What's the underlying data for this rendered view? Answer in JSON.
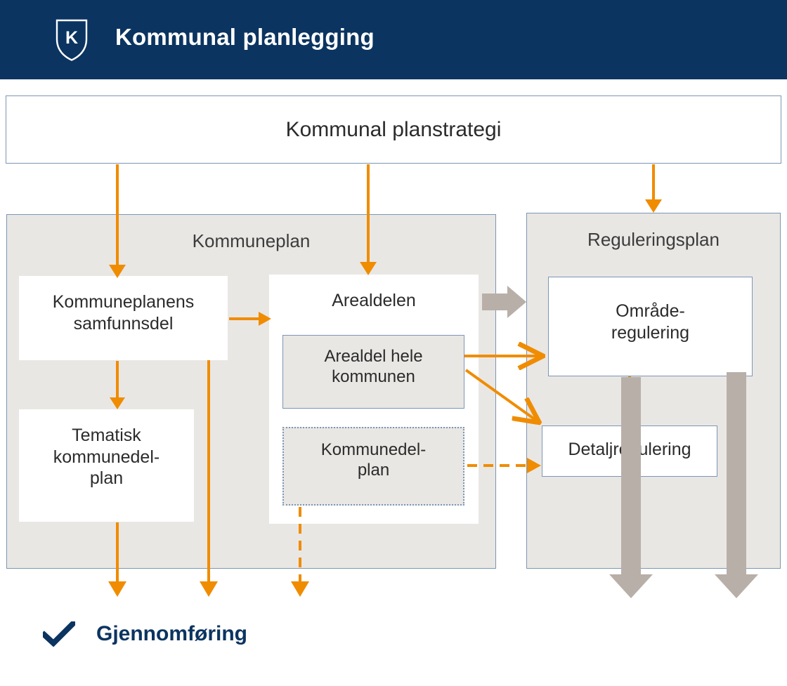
{
  "header": {
    "title": "Kommunal planlegging",
    "logo_icon": "shield-k-icon",
    "logo_letter": "K",
    "background_color": "#0B3460"
  },
  "diagram": {
    "type": "flow-diagram",
    "strategy": {
      "label": "Kommunal planstrategi"
    },
    "containers": [
      {
        "key": "kommuneplan",
        "title": "Kommuneplan"
      },
      {
        "key": "reguleringsplan",
        "title": "Reguleringsplan"
      }
    ],
    "boxes": {
      "samfunnsdel": {
        "label": "Kommuneplanens samfunnsdel",
        "style": "white-solid"
      },
      "tematisk": {
        "label": "Tematisk kommunedel- plan",
        "style": "white-solid"
      },
      "arealdelen": {
        "label": "Arealdelen",
        "style": "white-solid"
      },
      "arealdel_hele": {
        "label": "Arealdel hele kommunen",
        "style": "grey-solid"
      },
      "kommunedel": {
        "label": "Kommunedel- plan",
        "style": "grey-dotted"
      },
      "omraaderegulering": {
        "label": "Område- regulering",
        "style": "white-solid"
      },
      "detaljregulering": {
        "label": "Detaljregulering",
        "style": "white-solid"
      }
    },
    "footer": {
      "label": "Gjennomføring",
      "icon": "checkmark-icon"
    },
    "colors": {
      "header_navy": "#0B3460",
      "arrow_orange": "#F08C00",
      "arrow_grey": "#B8AFA8",
      "box_border_blue": "#7C96B4",
      "container_grey": "#E9E7E4",
      "text_dark": "#2B2B2B"
    },
    "connections": [
      {
        "from": "strategy",
        "to": "samfunnsdel",
        "style": "solid",
        "color": "orange"
      },
      {
        "from": "strategy",
        "to": "arealdelen",
        "style": "solid",
        "color": "orange"
      },
      {
        "from": "strategy",
        "to": "reguleringsplan",
        "style": "solid",
        "color": "orange"
      },
      {
        "from": "samfunnsdel",
        "to": "arealdelen",
        "style": "solid",
        "color": "orange"
      },
      {
        "from": "samfunnsdel",
        "to": "tematisk",
        "style": "solid",
        "color": "orange"
      },
      {
        "from": "samfunnsdel",
        "to": "gjennomforing",
        "style": "solid",
        "color": "orange"
      },
      {
        "from": "tematisk",
        "to": "gjennomforing",
        "style": "solid",
        "color": "orange"
      },
      {
        "from": "kommunedel",
        "to": "gjennomforing",
        "style": "dashed",
        "color": "orange"
      },
      {
        "from": "arealdel_hele",
        "to": "omraaderegulering",
        "style": "solid",
        "color": "orange"
      },
      {
        "from": "arealdel_hele",
        "to": "detaljregulering",
        "style": "solid",
        "color": "orange"
      },
      {
        "from": "kommunedel",
        "to": "detaljregulering",
        "style": "dashed",
        "color": "orange"
      },
      {
        "from": "omraaderegulering",
        "to": "detaljregulering",
        "style": "solid",
        "color": "orange"
      },
      {
        "from": "kommuneplan",
        "to": "reguleringsplan",
        "style": "block",
        "color": "grey"
      },
      {
        "from": "omraaderegulering",
        "to": "gjennomforing",
        "style": "block",
        "color": "grey"
      },
      {
        "from": "reguleringsplan",
        "to": "gjennomforing",
        "style": "block",
        "color": "grey"
      }
    ]
  }
}
